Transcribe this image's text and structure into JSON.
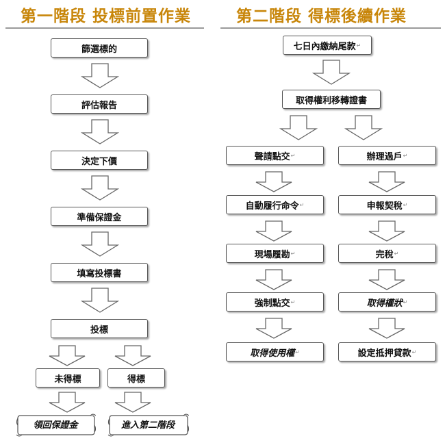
{
  "stage1": {
    "title": "第一階段  投標前置作業",
    "steps": [
      "篩選標的",
      "評估報告",
      "決定下價",
      "準備保證金",
      "填寫投標書",
      "投標"
    ],
    "branches": [
      "未得標",
      "得標"
    ],
    "outcomes": [
      "領回保證金",
      "進入第二階段"
    ]
  },
  "stage2": {
    "title": "第二階段  得標後續作業",
    "steps": [
      "七日內繳納尾款",
      "取得權利移轉證書"
    ],
    "left_branch": [
      "聲請點交",
      "自動履行命令",
      "現場履勘",
      "強制點交",
      "取得使用權"
    ],
    "right_branch": [
      "辦理過戶",
      "申報契稅",
      "完稅",
      "取得權狀",
      "設定抵押貸款"
    ]
  }
}
